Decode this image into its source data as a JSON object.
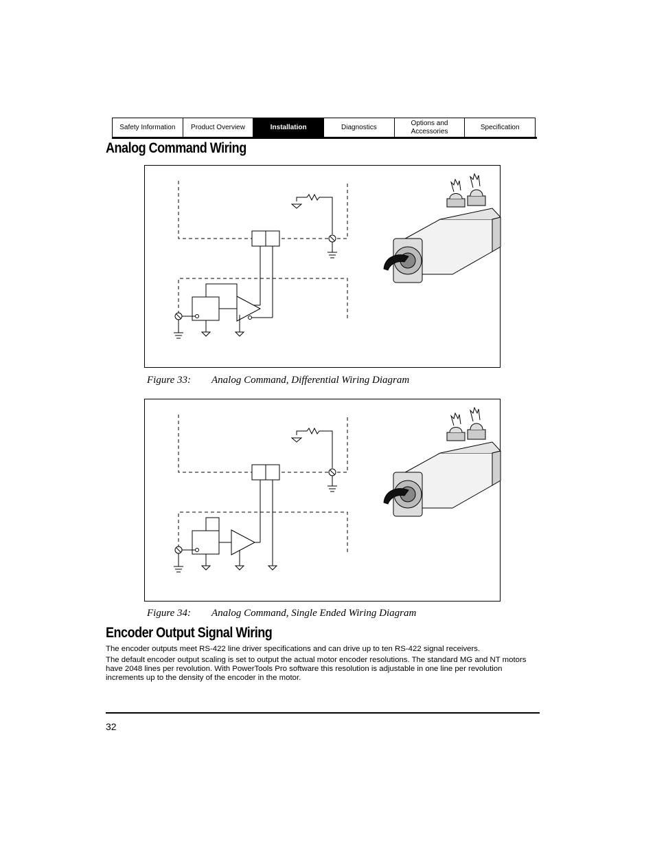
{
  "nav": {
    "tabs": [
      {
        "label": "Safety Information",
        "active": false
      },
      {
        "label": "Product Overview",
        "active": false
      },
      {
        "label": "Installation",
        "active": true
      },
      {
        "label": "Diagnostics",
        "active": false
      },
      {
        "label": "Options and Accessories",
        "active": false
      },
      {
        "label": "Specification",
        "active": false
      }
    ]
  },
  "sections": {
    "analog_title": "Analog Command Wiring",
    "encoder_title": "Encoder Output Signal Wiring"
  },
  "figures": [
    {
      "number": "Figure 33:",
      "title": "Analog Command, Differential Wiring Diagram"
    },
    {
      "number": "Figure 34:",
      "title": "Analog Command, Single Ended Wiring Diagram"
    }
  ],
  "paragraphs": [
    "The encoder outputs meet RS-422 line driver specifications and can drive up to ten RS-422 signal receivers.",
    "The default encoder output scaling is set to output the actual motor encoder resolutions. The standard MG and NT motors have 2048 lines per revolution. With PowerTools Pro software this resolution is adjustable in one line per revolution increments up to the density of the encoder in the motor."
  ],
  "page_number": "32"
}
